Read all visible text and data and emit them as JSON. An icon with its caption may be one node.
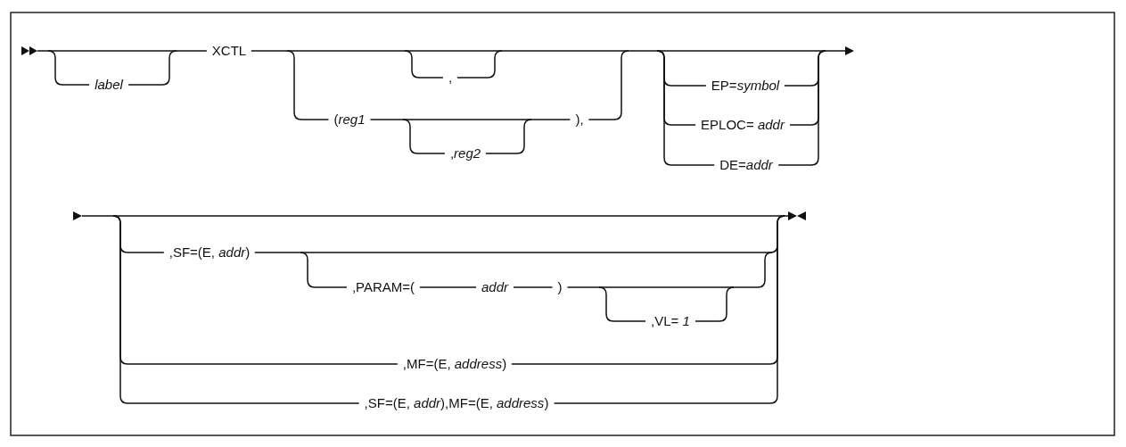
{
  "diagram": {
    "labels": [
      "label",
      "XCTL",
      ",",
      "(*reg1*",
      ",*reg2*",
      "),",
      "EP=*symbol*",
      "EPLOC= *addr*",
      "DE=*addr*",
      ",SF=(E, *addr*)",
      ",PARAM=(",
      "addr",
      ")",
      ",VL= *1*",
      ",MF=(E, *address*)",
      ",SF=(E, *addr*),MF=(E, *address*)"
    ]
  }
}
